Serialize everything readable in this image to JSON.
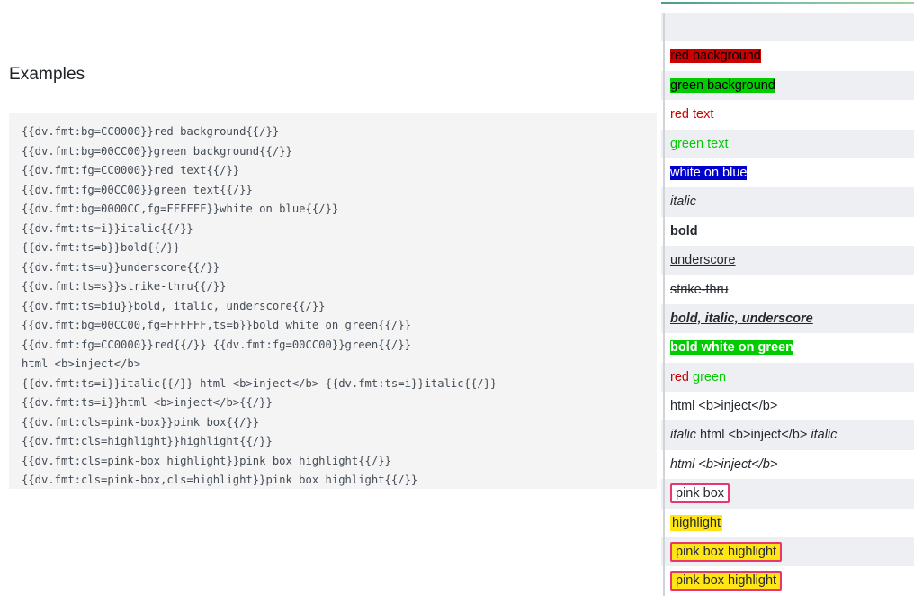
{
  "left": {
    "heading": "Examples",
    "code_lines": [
      "{{dv.fmt:bg=CC0000}}red background{{/}}",
      "{{dv.fmt:bg=00CC00}}green background{{/}}",
      "{{dv.fmt:fg=CC0000}}red text{{/}}",
      "{{dv.fmt:fg=00CC00}}green text{{/}}",
      "{{dv.fmt:bg=0000CC,fg=FFFFFF}}white on blue{{/}}",
      "{{dv.fmt:ts=i}}italic{{/}}",
      "{{dv.fmt:ts=b}}bold{{/}}",
      "{{dv.fmt:ts=u}}underscore{{/}}",
      "{{dv.fmt:ts=s}}strike-thru{{/}}",
      "{{dv.fmt:ts=biu}}bold, italic, underscore{{/}}",
      "{{dv.fmt:bg=00CC00,fg=FFFFFF,ts=b}}bold white on green{{/}}",
      "{{dv.fmt:fg=CC0000}}red{{/}} {{dv.fmt:fg=00CC00}}green{{/}}",
      "html <b>inject</b>",
      "{{dv.fmt:ts=i}}italic{{/}} html <b>inject</b> {{dv.fmt:ts=i}}italic{{/}}",
      "{{dv.fmt:ts=i}}html <b>inject</b>{{/}}",
      "{{dv.fmt:cls=pink-box}}pink box{{/}}",
      "{{dv.fmt:cls=highlight}}highlight{{/}}",
      "{{dv.fmt:cls=pink-box highlight}}pink box highlight{{/}}",
      "{{dv.fmt:cls=pink-box,cls=highlight}}pink box highlight{{/}}"
    ]
  },
  "right": {
    "rows": [
      {
        "style": "blank",
        "text": ""
      },
      {
        "style": "bg-red",
        "text": "red background"
      },
      {
        "style": "bg-green",
        "text": "green background"
      },
      {
        "style": "fg-red",
        "text": "red text"
      },
      {
        "style": "fg-green",
        "text": "green text"
      },
      {
        "style": "blue",
        "text": "white on blue"
      },
      {
        "style": "italic",
        "text": "italic"
      },
      {
        "style": "bold",
        "text": "bold"
      },
      {
        "style": "under",
        "text": "underscore"
      },
      {
        "style": "strike",
        "text": "strike-thru"
      },
      {
        "style": "biu",
        "text": "bold, italic, underscore"
      },
      {
        "style": "bwg",
        "text": "bold white on green"
      },
      {
        "style": "red-green",
        "text": "red green",
        "part_a": "red",
        "part_b": "green"
      },
      {
        "style": "plain",
        "text": "html <b>inject</b>"
      },
      {
        "style": "italic-mixed",
        "text": "italic html <b>inject</b> italic",
        "part_a": "italic",
        "part_b": "html <b>inject</b>",
        "part_c": "italic"
      },
      {
        "style": "italic",
        "text": "html <b>inject</b>"
      },
      {
        "style": "pink-box",
        "text": "pink box"
      },
      {
        "style": "highlight",
        "text": "highlight"
      },
      {
        "style": "pink-box-highlight",
        "text": "pink box highlight"
      },
      {
        "style": "pink-box-highlight",
        "text": "pink box highlight"
      }
    ]
  },
  "colors": {
    "red": "#CC0000",
    "green": "#00CC00",
    "blue": "#0000CC",
    "white": "#FFFFFF",
    "pink_border": "#E8366F",
    "highlight_yellow": "#FFE513",
    "code_bg": "#F4F4F4",
    "zebra_row": "#EEEFF2",
    "top_rule": "#4A9B8E"
  }
}
